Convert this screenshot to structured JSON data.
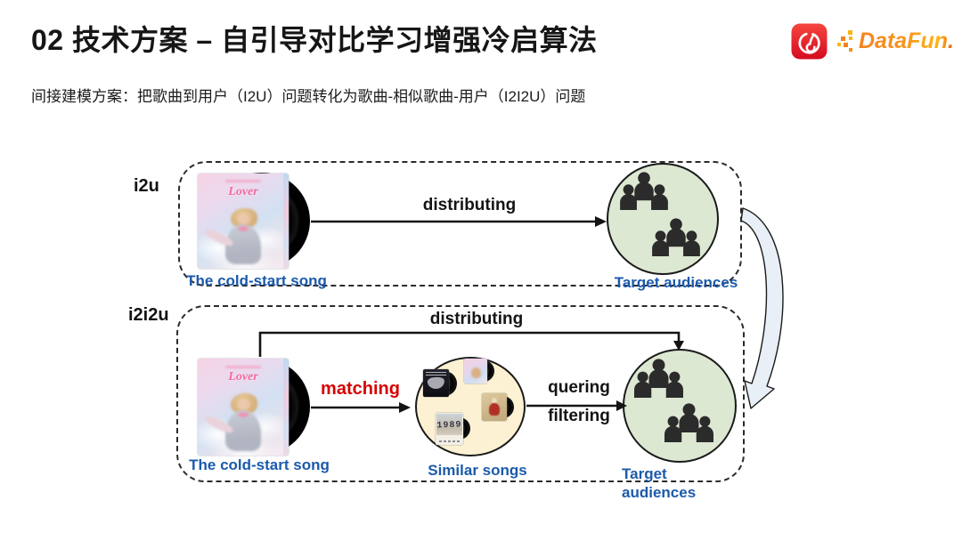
{
  "header": {
    "title": "02 技术方案 – 自引导对比学习增强冷启算法",
    "subtitle": "间接建模方案：把歌曲到用户（I2U）问题转化为歌曲-相似歌曲-用户（I2I2U）问题",
    "datafun_logo_text": "DataFun.",
    "netease_logo_name": "netease-cloud-music-icon"
  },
  "colors": {
    "caption_blue": "#1b5aab",
    "matching_red": "#d70000",
    "audience_green_fill": "#dce8d2",
    "similar_cream_fill": "#fcf2d3",
    "netease_red": "#ea1b2d",
    "datafun_orange": "#f7941e",
    "line_black": "#141414"
  },
  "diagram": {
    "i2u": {
      "tag": "i2u",
      "album_title": "Lover",
      "song_caption": "The cold-start song",
      "flow_label": "distributing",
      "audience_caption": "Target audiences"
    },
    "i2i2u": {
      "tag": "i2i2u",
      "album_title": "Lover",
      "song_caption": "The cold-start song",
      "top_flow_label": "distributing",
      "match_label": "matching",
      "similar_caption": "Similar songs",
      "mini_album_1989_title": "1989",
      "query_label": "quering",
      "filter_label": "filtering",
      "audience_caption_line1": "Target",
      "audience_caption_line2": "audiences"
    }
  }
}
